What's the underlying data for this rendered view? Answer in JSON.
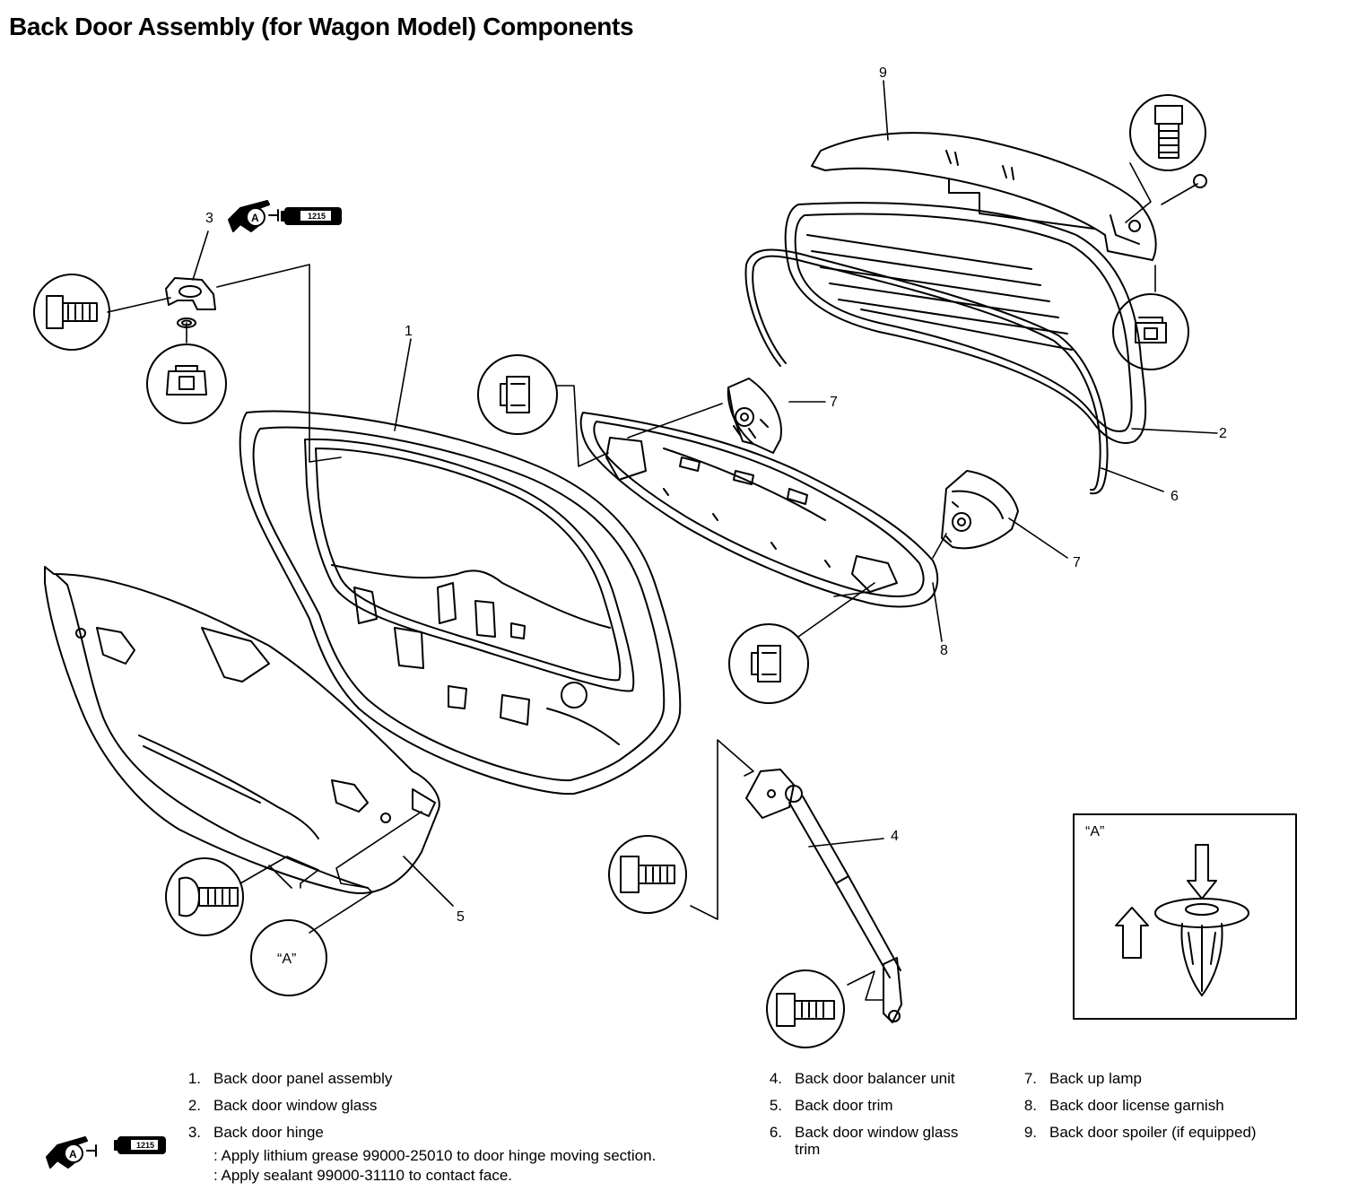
{
  "title": "Back Door Assembly (for Wagon Model) Components",
  "callouts": {
    "c1": "1",
    "c2": "2",
    "c3": "3",
    "c4": "4",
    "c5": "5",
    "c6": "6",
    "c7a": "7",
    "c7b": "7",
    "c8": "8",
    "c9": "9"
  },
  "detail_label": "“A”",
  "detail_box_label": "“A”",
  "sealant_code": "1215",
  "grease_code": "A",
  "legend": {
    "col1": [
      {
        "num": "1.",
        "text": "Back door panel assembly"
      },
      {
        "num": "2.",
        "text": "Back door window glass"
      },
      {
        "num": "3.",
        "text": "Back door hinge"
      }
    ],
    "col1_notes": [
      ": Apply lithium grease 99000-25010 to door hinge moving section.",
      ": Apply sealant 99000-31110 to contact face."
    ],
    "col2": [
      {
        "num": "4.",
        "text": "Back door balancer unit"
      },
      {
        "num": "5.",
        "text": "Back door trim"
      },
      {
        "num": "6.",
        "text": "Back door window glass"
      }
    ],
    "col2_cont": "trim",
    "col3": [
      {
        "num": "7.",
        "text": "Back up lamp"
      },
      {
        "num": "8.",
        "text": "Back door license garnish"
      },
      {
        "num": "9.",
        "text": "Back door spoiler (if equipped)"
      }
    ]
  }
}
